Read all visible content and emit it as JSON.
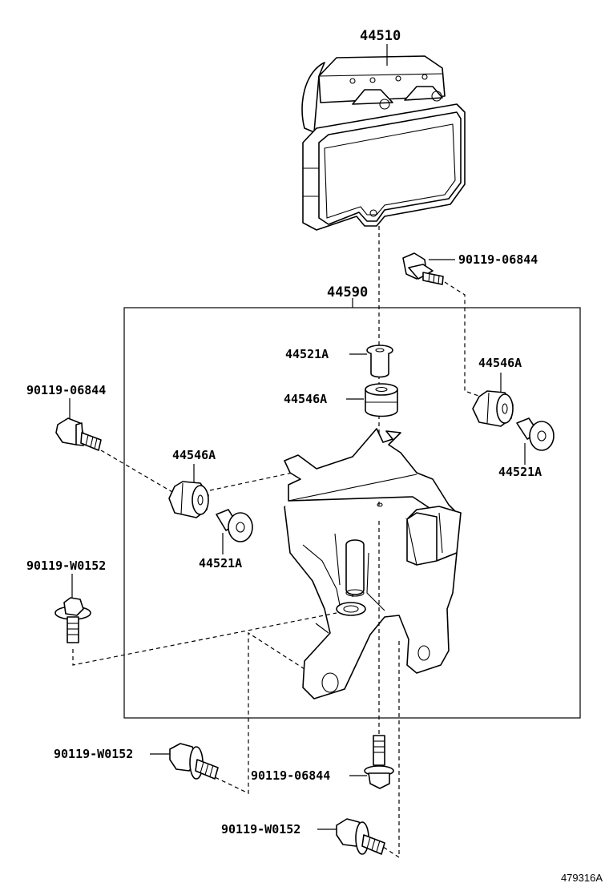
{
  "diagram": {
    "figure_id": "479316A",
    "labels": {
      "actuator": "44510",
      "bracket_assy": "44590",
      "top_bolt": "90119-06844",
      "collar_center": "44521A",
      "cushion_center": "44546A",
      "cushion_right": "44546A",
      "collar_right": "44521A",
      "left_bolt": "90119-06844",
      "cushion_left": "44546A",
      "collar_left": "44521A",
      "flange_bolt_left": "90119-W0152",
      "flange_bolt_bottom_left": "90119-W0152",
      "bottom_bolt_center": "90119-06844",
      "flange_bolt_bottom": "90119-W0152"
    }
  }
}
